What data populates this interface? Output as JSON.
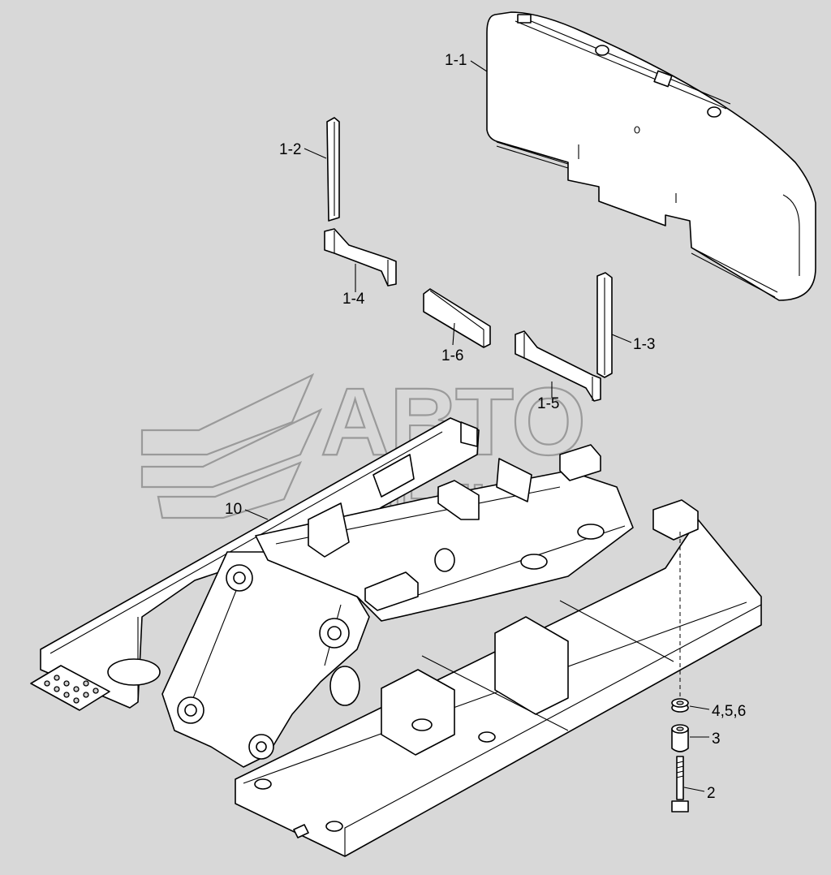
{
  "labels": {
    "l1_1": "1-1",
    "l1_2": "1-2",
    "l1_3": "1-3",
    "l1_4": "1-4",
    "l1_5": "1-5",
    "l1_6": "1-6",
    "l10": "10",
    "l456": "4,5,6",
    "l3": "3",
    "l2": "2"
  },
  "watermark": {
    "line1": "АВТО",
    "line2": "АЛЬЯНС"
  },
  "colors": {
    "background": "#d8d8d8",
    "watermark": "#9a9a9a"
  }
}
